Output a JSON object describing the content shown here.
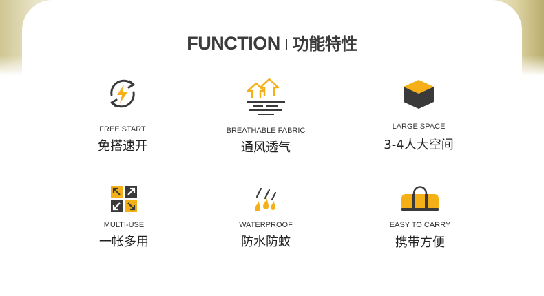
{
  "title": {
    "en": "FUNCTION",
    "cn": "功能特性"
  },
  "features": [
    {
      "en": "FREE START",
      "cn": "免搭速开",
      "icon": "quick-start-lightning-icon"
    },
    {
      "en": "BREATHABLE FABRIC",
      "cn": "通风透气",
      "icon": "breathable-arrows-icon"
    },
    {
      "en": "LARGE SPACE",
      "cn": "3-4人大空间",
      "icon": "cube-icon"
    },
    {
      "en": "MULTI-USE",
      "cn": "一帐多用",
      "icon": "multi-direction-grid-icon"
    },
    {
      "en": "WATERPROOF",
      "cn": "防水防蚊",
      "icon": "raindrops-icon"
    },
    {
      "en": "EASY TO CARRY",
      "cn": "携带方便",
      "icon": "carry-bag-icon"
    }
  ],
  "colors": {
    "accent": "#f5b017",
    "dark": "#3a3a3a",
    "text": "#333333"
  }
}
